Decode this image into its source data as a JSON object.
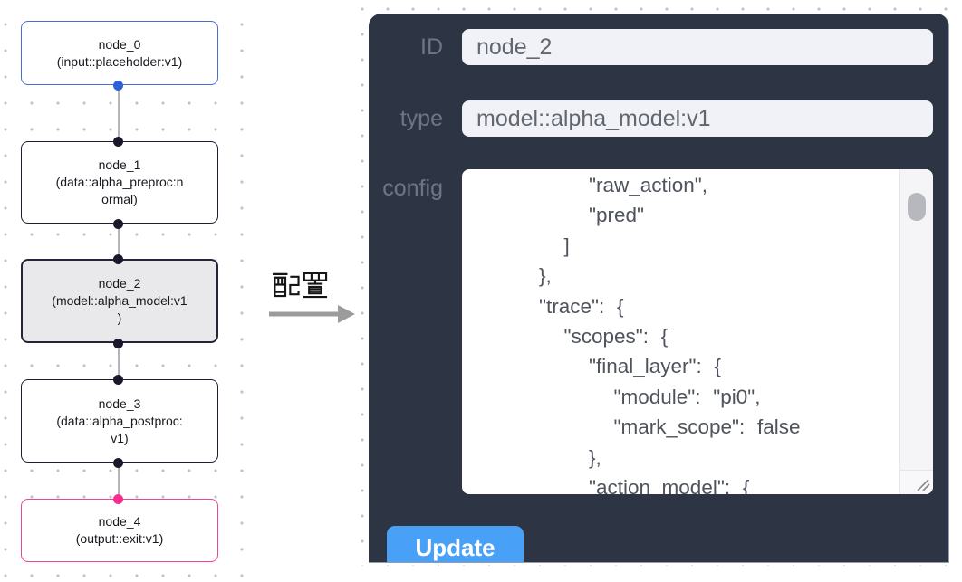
{
  "canvas": {
    "nodes": [
      {
        "id": "node_0",
        "type": "input::placeholder:v1",
        "lines": [
          "node_0",
          "(input::placeholder:v1)"
        ],
        "selected": false
      },
      {
        "id": "node_1",
        "type": "data::alpha_preproc:normal",
        "lines": [
          "node_1",
          "(data::alpha_preproc:n",
          "ormal)"
        ],
        "selected": false
      },
      {
        "id": "node_2",
        "type": "model::alpha_model:v1",
        "lines": [
          "node_2",
          "(model::alpha_model:v1",
          ")"
        ],
        "selected": true
      },
      {
        "id": "node_3",
        "type": "data::alpha_postproc:v1",
        "lines": [
          "node_3",
          "(data::alpha_postproc:",
          "v1)"
        ],
        "selected": false
      },
      {
        "id": "node_4",
        "type": "output::exit:v1",
        "lines": [
          "node_4",
          "(output::exit:v1)"
        ],
        "selected": false
      }
    ]
  },
  "transition": {
    "label": "配置",
    "arrow": "→"
  },
  "panel": {
    "fields": [
      {
        "label": "ID",
        "value": "node_2"
      },
      {
        "label": "type",
        "value": "model::alpha_model:v1"
      }
    ],
    "config_label": "config",
    "config_text": "        \"raw_action\",\n        \"pred\"\n      ]\n    },\n    \"trace\": {\n      \"scopes\": {\n        \"final_layer\": {\n          \"module\": \"pi0\",\n          \"mark_scope\": false\n        },\n        \"action_model\": {",
    "update_label": "Update"
  },
  "colors": {
    "panel_bg": "#2d3545",
    "accent_button_blue": "#49a0f7",
    "input_node_blue": "#4a6bd2",
    "output_node_pink": "#ef4394",
    "selected_node_bg": "#e9e9eb",
    "handle_dark": "#1a192b",
    "handle_blue": "#2c62d9",
    "handle_pink": "#f82d90"
  }
}
